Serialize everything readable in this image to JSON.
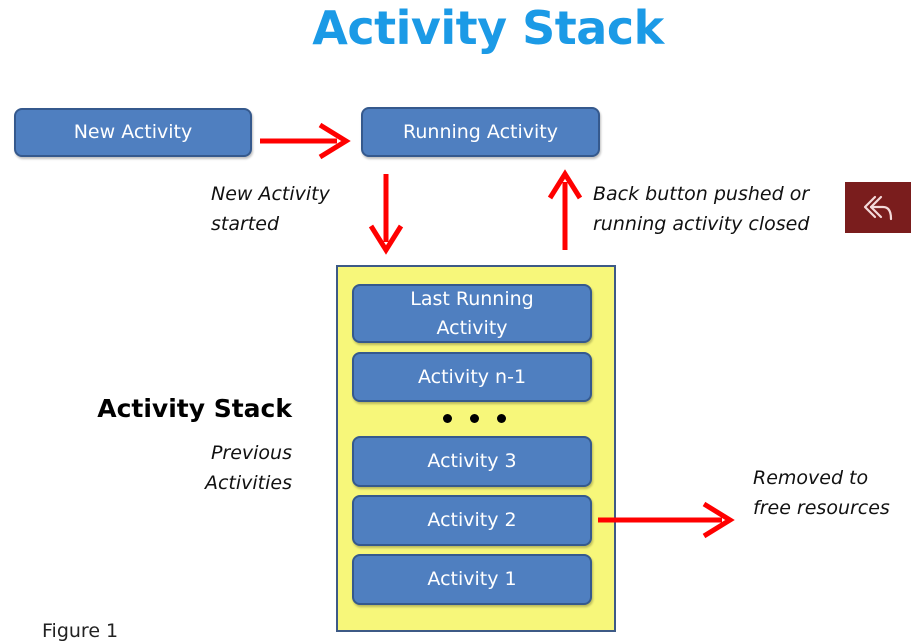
{
  "title": "Activity Stack",
  "top_boxes": {
    "new_activity": "New Activity",
    "running_activity": "Running Activity"
  },
  "labels": {
    "new_started_line1": "New Activity",
    "new_started_line2": "started",
    "back_line1": "Back button pushed or",
    "back_line2": "running activity closed",
    "removed_line1": "Removed to",
    "removed_line2": "free resources",
    "previous_line1": "Previous",
    "previous_line2": "Activities"
  },
  "stack": {
    "heading": "Activity Stack",
    "items": [
      "Last Running Activity",
      "Activity n-1",
      "Activity 3",
      "Activity 2",
      "Activity 1"
    ]
  },
  "figure_caption": "Figure 1",
  "icons": {
    "back": "back-arrow-icon"
  },
  "colors": {
    "title": "#1b9ae6",
    "box": "#4f7fc0",
    "arrow": "#ff0000",
    "stack_panel": "#f7f77a",
    "back_button": "#7a1d1d"
  }
}
